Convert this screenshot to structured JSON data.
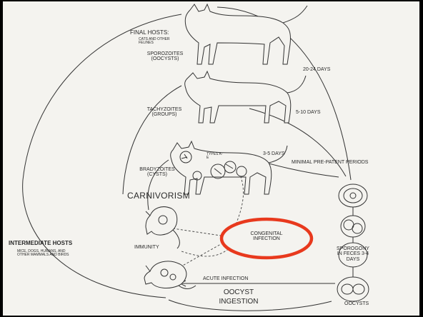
{
  "hosts": {
    "final_title": "FINAL HOSTS:",
    "final_sub": "CATS AND OTHER FELINES",
    "intermediate_title": "INTERMEDIATE HOSTS",
    "intermediate_sub": "MICE, DOGS, HUMANS, AND OTHER MAMMALS AND BIRDS"
  },
  "stages": {
    "sporozoites": "SPOROZOITES (OOCYSTS)",
    "tachyzoites": "TACHYZOITES (GROUPS)",
    "bradyzoites": "BRADYZOITES (CYSTS)",
    "types": "TYPES A-E"
  },
  "periods": {
    "p1": "20-24 DAYS",
    "p2": "5-10 DAYS",
    "p3": "3-5 DAYS",
    "minimal": "MINIMAL PRE-PATENT PERIODS"
  },
  "labels": {
    "carnivorism": "CARNIVORISM",
    "immunity": "IMMUNITY",
    "congenital": "CONGENITAL INFECTION",
    "acute": "ACUTE INFECTION",
    "oocyst_ingestion": "OOCYST INGESTION",
    "sporogony": "SPOROGONY IN FECES 3-4 DAYS",
    "oocysts": "OOCYSTS"
  },
  "colors": {
    "highlight": "#e8391d",
    "ink": "#333333",
    "paper": "#f4f3ef"
  }
}
